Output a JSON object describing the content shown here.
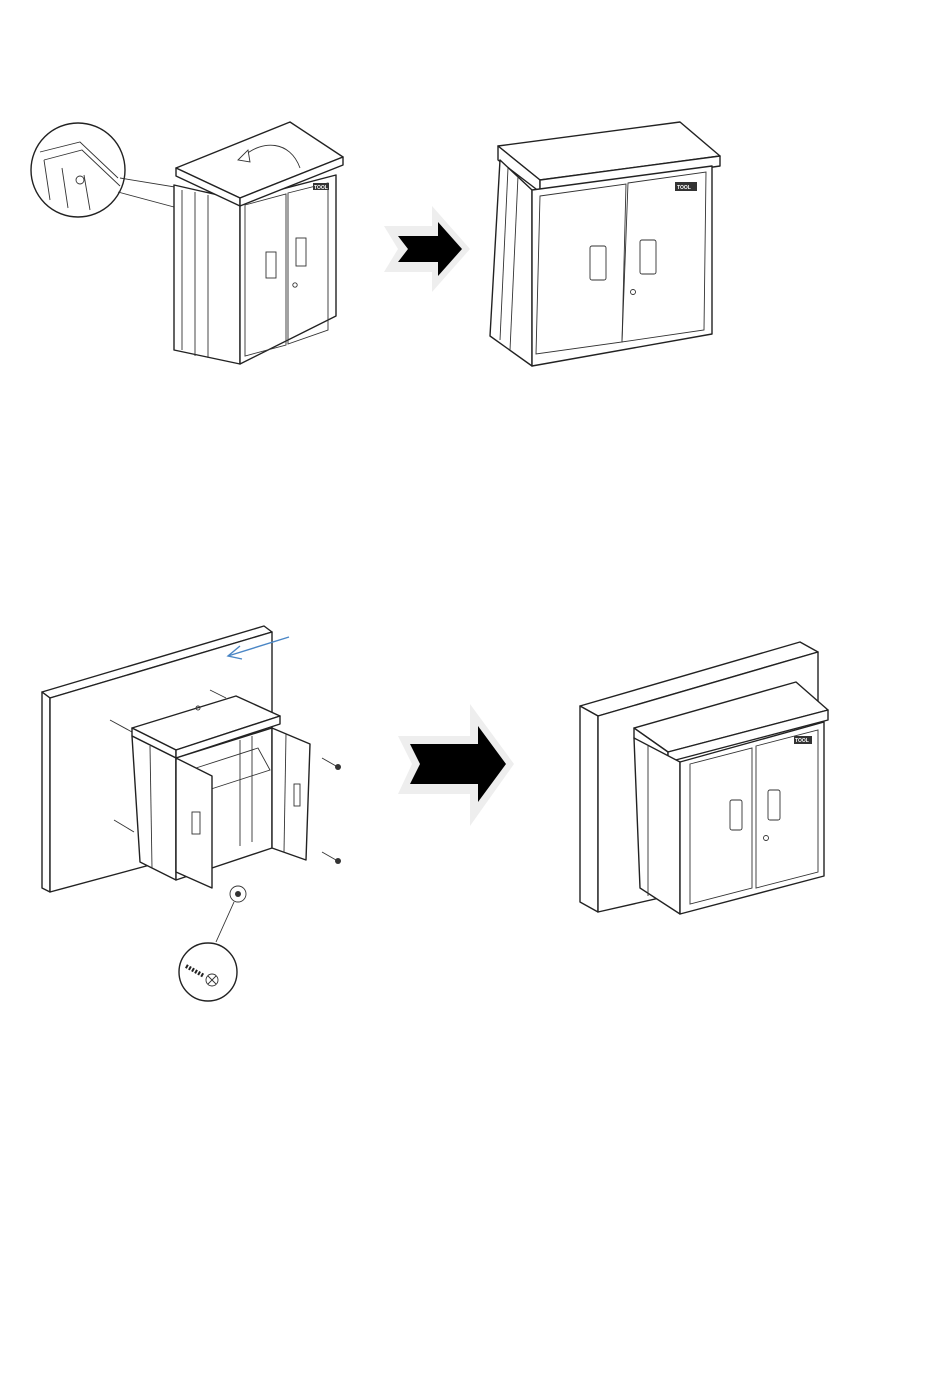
{
  "steps": [
    {
      "id": "step-1",
      "cabinet_logo": "TOOL"
    },
    {
      "id": "step-2",
      "cabinet_logo": "TOOL"
    }
  ],
  "colors": {
    "line": "#222222",
    "wall_arrow": "#4a86c5",
    "big_arrow": "#000000",
    "arrow_shadow": "#eeeeee"
  },
  "icons": [
    "rotate-arrow-icon",
    "magnifier-callout-icon",
    "next-step-arrow-icon",
    "wall-direction-arrow-icon",
    "screw-icon"
  ]
}
